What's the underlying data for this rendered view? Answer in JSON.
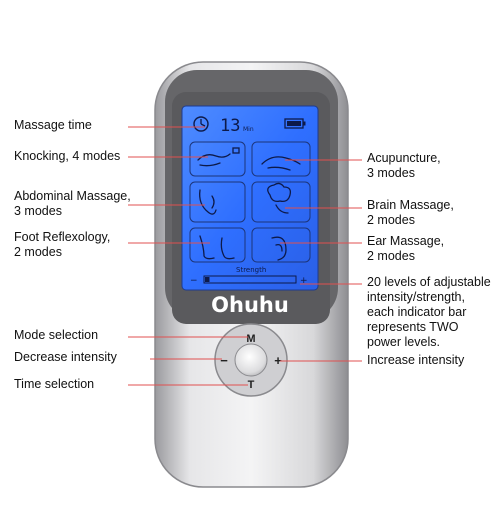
{
  "brand": "Ohuhu",
  "callouts_left": {
    "massage_time": "Massage time",
    "knocking": "Knocking, 4 modes",
    "abdominal_1": "Abdominal Massage,",
    "abdominal_2": "3 modes",
    "foot_1": "Foot Reflexology,",
    "foot_2": "2 modes",
    "mode_selection": "Mode selection",
    "decrease": "Decrease intensity",
    "time_selection": "Time selection"
  },
  "callouts_right": {
    "acupuncture_1": "Acupuncture,",
    "acupuncture_2": "3 modes",
    "brain_1": "Brain Massage,",
    "brain_2": "2 modes",
    "ear_1": "Ear Massage,",
    "ear_2": "2 modes",
    "levels_1": "20 levels of adjustable",
    "levels_2": "intensity/strength,",
    "levels_3": "each indicator bar",
    "levels_4": "represents TWO",
    "levels_5": "power levels.",
    "increase": "Increase intensity"
  },
  "lcd": {
    "time_value": "13",
    "time_unit": "Min",
    "strength_label": "Strength",
    "minus": "−",
    "plus": "+",
    "strength_level": 0.05
  },
  "buttons": {
    "mode": "M",
    "minus": "−",
    "plus": "+",
    "time": "T"
  },
  "colors": {
    "lcd_blue": "#2f6fff",
    "callout_line": "#e05050",
    "body_silver": "#c9c9cc"
  },
  "icons": [
    "clock-icon",
    "battery-icon",
    "knocking-hand-icon",
    "acupuncture-hand-icon",
    "abdominal-icon",
    "brain-icon",
    "foot-icon",
    "ear-icon"
  ]
}
